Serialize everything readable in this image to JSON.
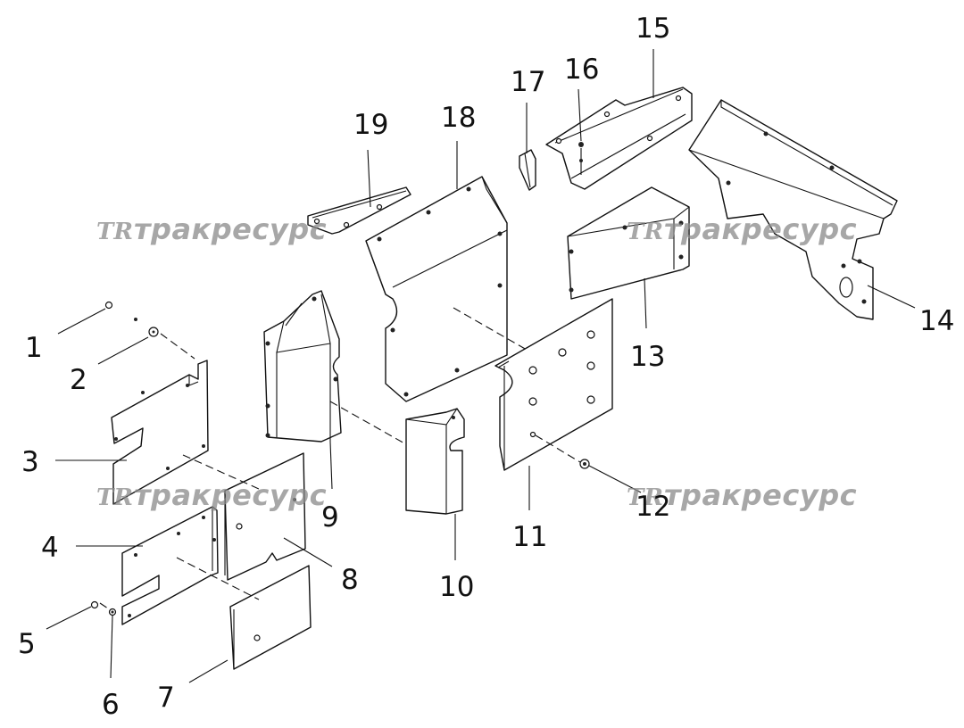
{
  "watermark": {
    "logo": "TR",
    "text": "тракресурс"
  },
  "callouts": [
    {
      "id": "1",
      "label": "1"
    },
    {
      "id": "2",
      "label": "2"
    },
    {
      "id": "3",
      "label": "3"
    },
    {
      "id": "4",
      "label": "4"
    },
    {
      "id": "5",
      "label": "5"
    },
    {
      "id": "6",
      "label": "6"
    },
    {
      "id": "7",
      "label": "7"
    },
    {
      "id": "8",
      "label": "8"
    },
    {
      "id": "9",
      "label": "9"
    },
    {
      "id": "10",
      "label": "10"
    },
    {
      "id": "11",
      "label": "11"
    },
    {
      "id": "12",
      "label": "12"
    },
    {
      "id": "13",
      "label": "13"
    },
    {
      "id": "14",
      "label": "14"
    },
    {
      "id": "15",
      "label": "15"
    },
    {
      "id": "16",
      "label": "16"
    },
    {
      "id": "17",
      "label": "17"
    },
    {
      "id": "18",
      "label": "18"
    },
    {
      "id": "19",
      "label": "19"
    }
  ]
}
